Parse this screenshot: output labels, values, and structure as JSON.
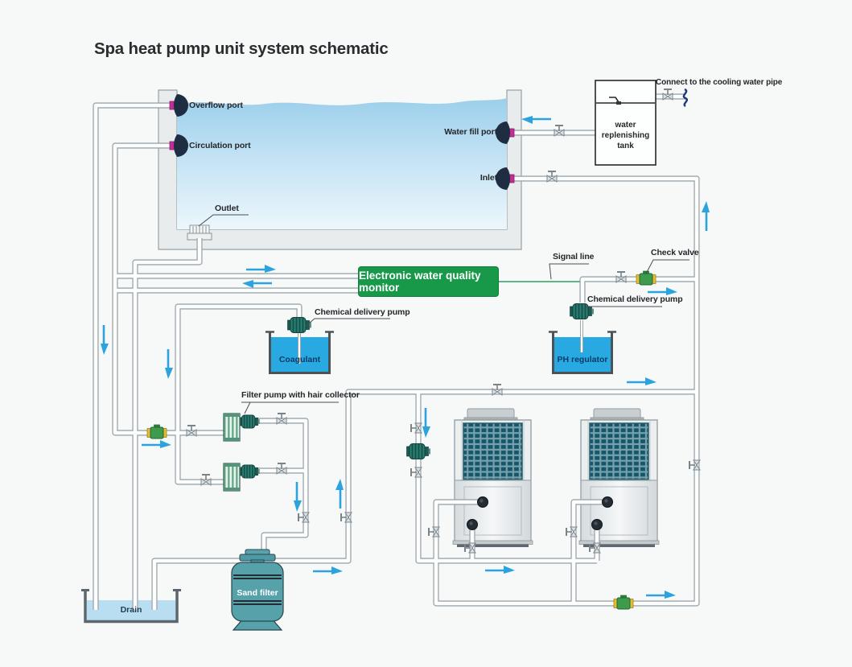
{
  "title": "Spa heat pump unit system schematic",
  "pool": {
    "overflow_port": "Overflow port",
    "circulation_port": "Circulation port",
    "outlet": "Outlet",
    "water_fill_port": "Water fill port",
    "inlet": "Inlet"
  },
  "replenishing_tank": {
    "name_line1": "water",
    "name_line2": "replenishing tank",
    "note": "Connect to the cooling water pipe"
  },
  "monitor": {
    "label": "Electronic water quality monitor"
  },
  "callouts": {
    "signal_line": "Signal line",
    "check_valve": "Check valve",
    "chemical_delivery_pump_left": "Chemical delivery pump",
    "chemical_delivery_pump_right": "Chemical delivery pump",
    "filter_pump": "Filter pump with hair collector"
  },
  "vessels": {
    "coagulant": "Coagulant",
    "ph_regulator": "PH regulator",
    "sand_filter": "Sand filter",
    "drain": "Drain"
  },
  "colors": {
    "background": "#f7f8f8",
    "pipe_outline": "#9ba6ab",
    "water_blue": "#29a9e1",
    "monitor_green": "#18994a",
    "arrow_blue": "#2da3de",
    "pump_teal": "#2a8176",
    "check_valve_green": "#3e9a4d",
    "port_magenta": "#c32d96",
    "signal_green": "#46ae74"
  }
}
